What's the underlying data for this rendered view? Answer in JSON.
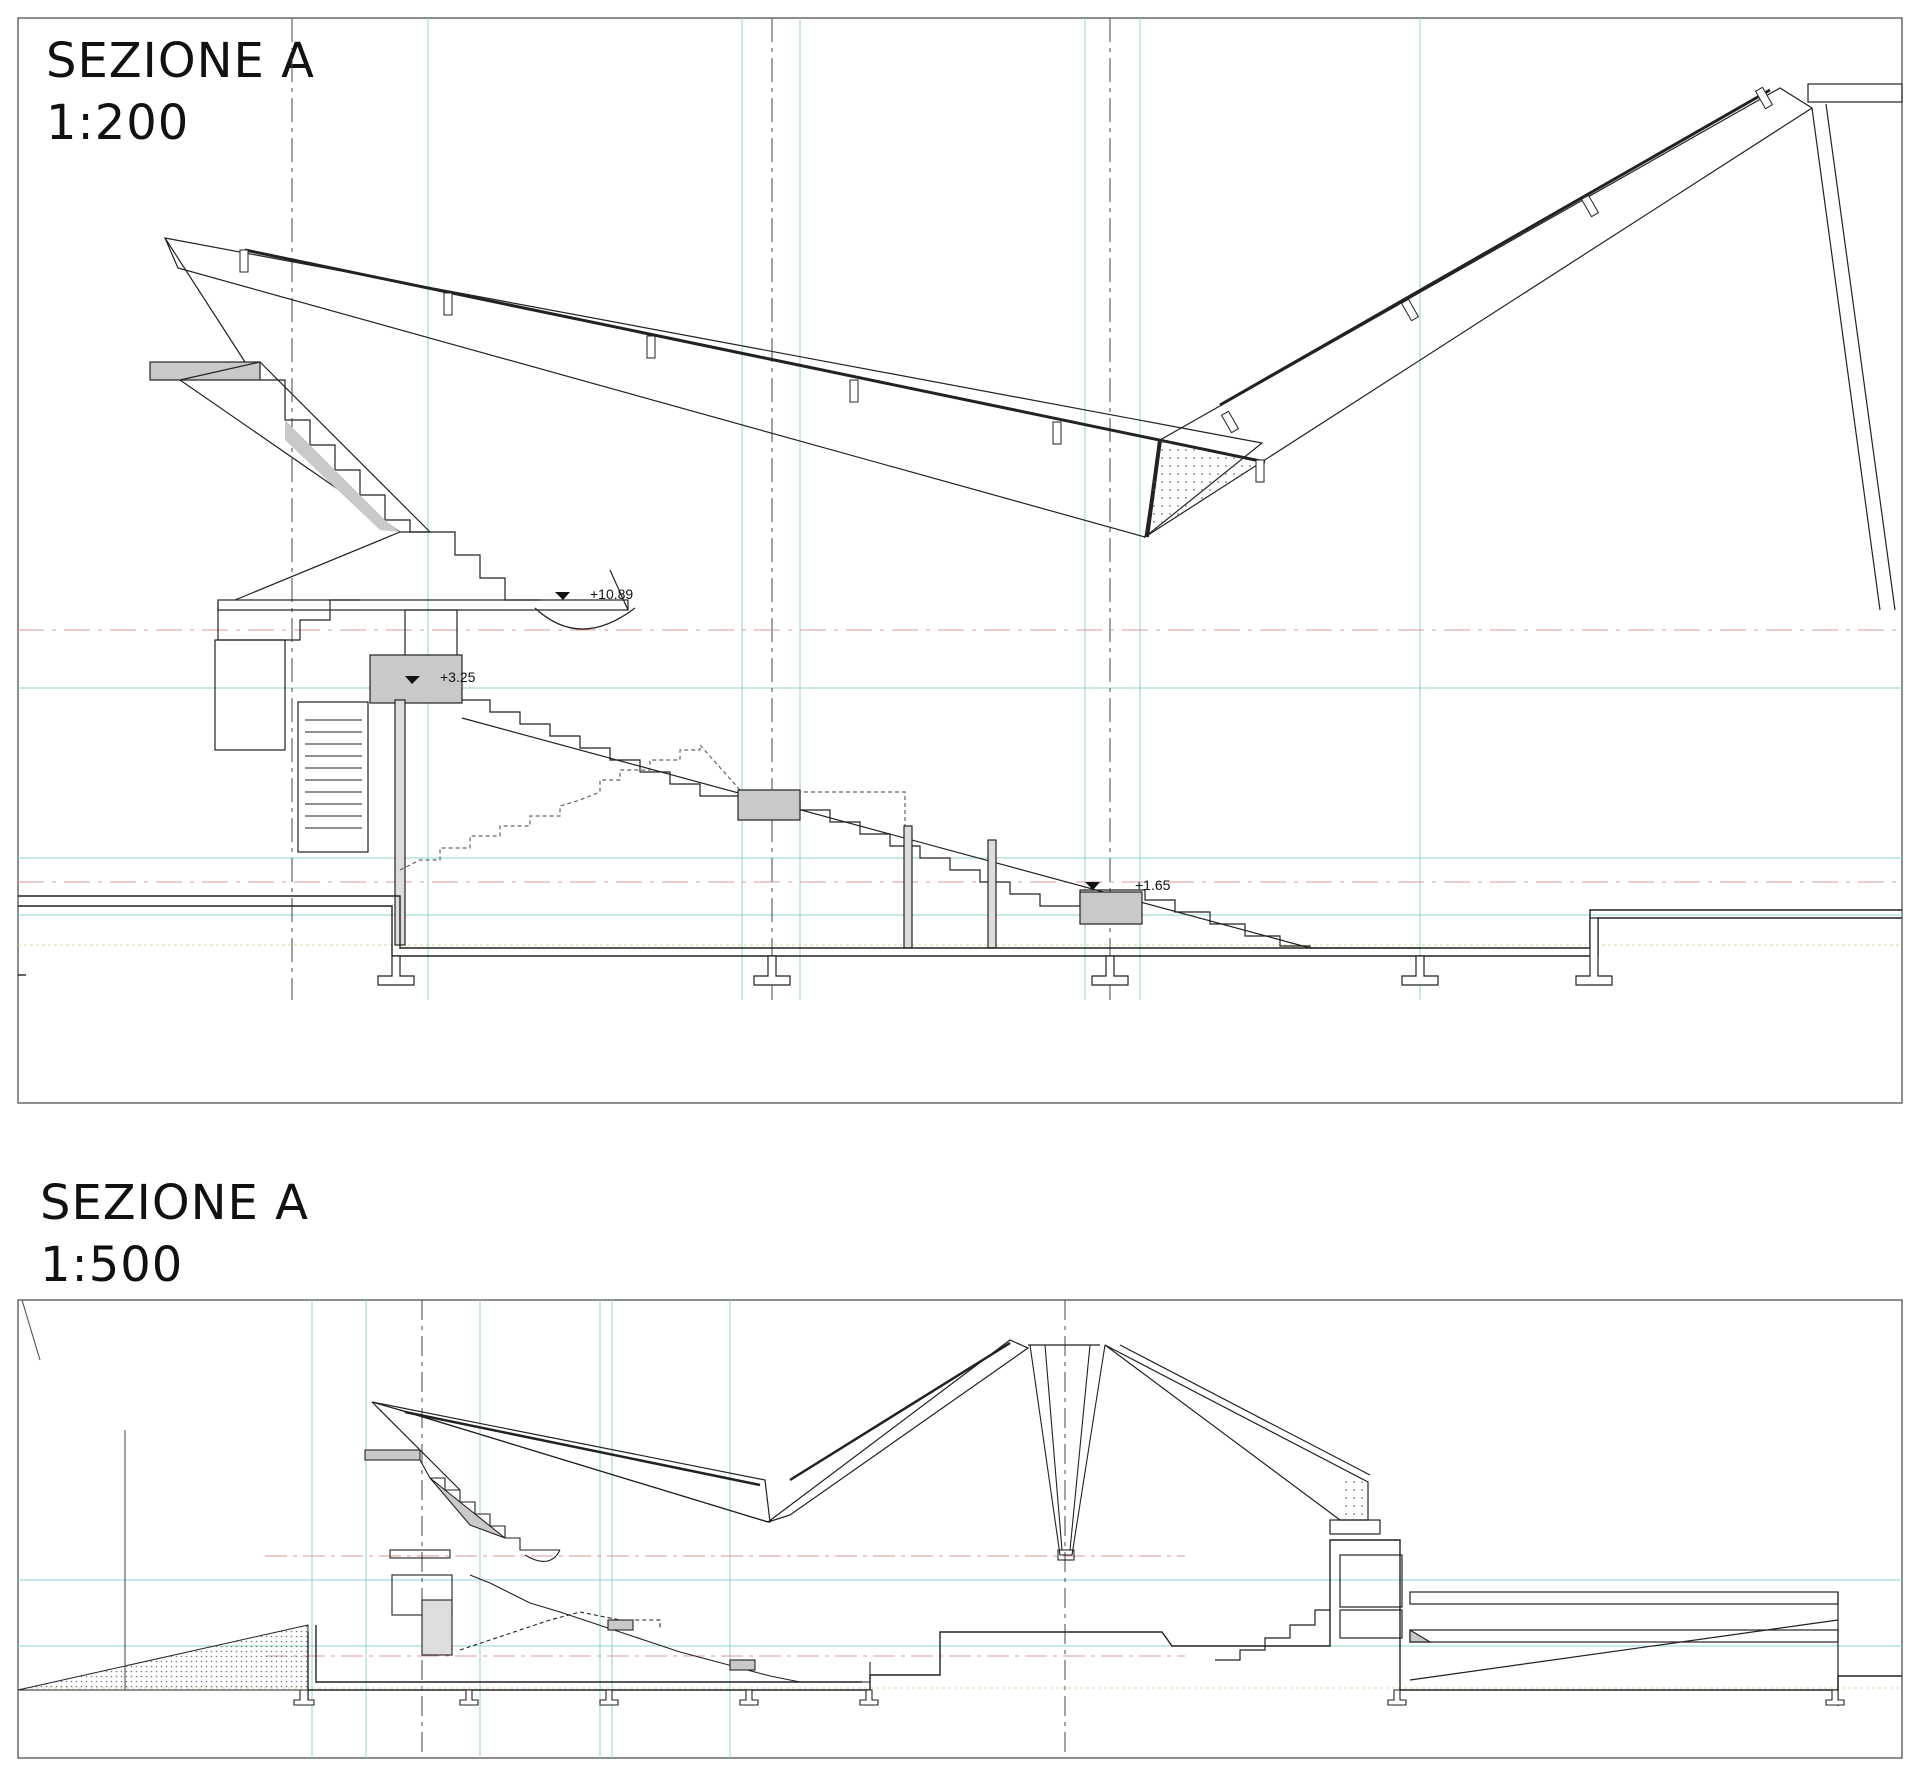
{
  "sections": [
    {
      "title": "SEZIONE A",
      "scale": "1:200",
      "elevations": [
        "+10.89",
        "+3.25",
        "+1.65"
      ]
    },
    {
      "title": "SEZIONE A",
      "scale": "1:500"
    }
  ],
  "colors": {
    "line": "#222222",
    "grid": "#8fd3cf",
    "axis": "#d99a9a",
    "fill": "#c9c9c9",
    "ground": "#d8d8a0"
  }
}
